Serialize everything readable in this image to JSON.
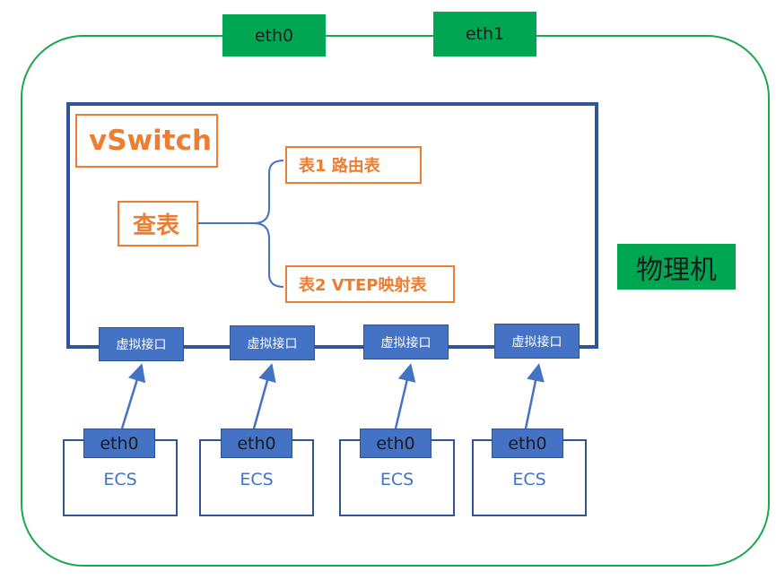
{
  "host": {
    "label": "物理机",
    "nics": [
      "eth0",
      "eth1"
    ]
  },
  "vswitch": {
    "title": "vSwitch",
    "lookup": "查表",
    "tables": [
      "表1 路由表",
      "表2 VTEP映射表"
    ],
    "ports": [
      "虚拟接口",
      "虚拟接口",
      "虚拟接口",
      "虚拟接口"
    ]
  },
  "vms": [
    {
      "label": "ECS",
      "nic": "eth0"
    },
    {
      "label": "ECS",
      "nic": "eth0"
    },
    {
      "label": "ECS",
      "nic": "eth0"
    },
    {
      "label": "ECS",
      "nic": "eth0"
    }
  ],
  "colors": {
    "host": "#00a651",
    "switch": "#2f5597",
    "port": "#4472c4",
    "highlight": "#ed7d31"
  }
}
